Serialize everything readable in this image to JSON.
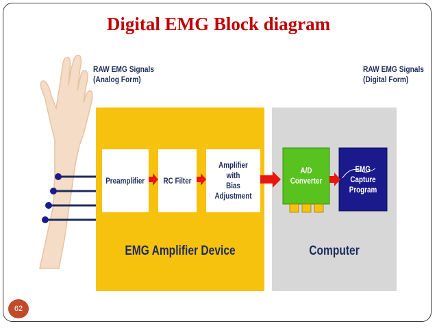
{
  "title": "Digital EMG Block diagram",
  "labels": {
    "raw_analog": [
      "RAW EMG Signals",
      "(Analog Form)"
    ],
    "raw_digital": [
      "RAW EMG Signals",
      "(Digital Form)"
    ]
  },
  "amplifier_device": {
    "label": "EMG Amplifier Device",
    "blocks": [
      {
        "lines": [
          "Preamplifier"
        ]
      },
      {
        "lines": [
          "RC Filter"
        ]
      },
      {
        "lines": [
          "Amplifier with",
          "Bias Adjustment"
        ]
      }
    ]
  },
  "computer": {
    "label": "Computer",
    "adc_label": "A/D Converter",
    "capture_label": [
      "EMG",
      "Capture Program"
    ]
  },
  "colors": {
    "title": "#c00000",
    "amplifier_bg": "#f7c20d",
    "computer_bg": "#d7d7d7",
    "adc_bg": "#58c21e",
    "capture_bg": "#1a1a8c",
    "arrow": "#e8160c",
    "text": "#1d2b5b"
  },
  "page_number": "62"
}
